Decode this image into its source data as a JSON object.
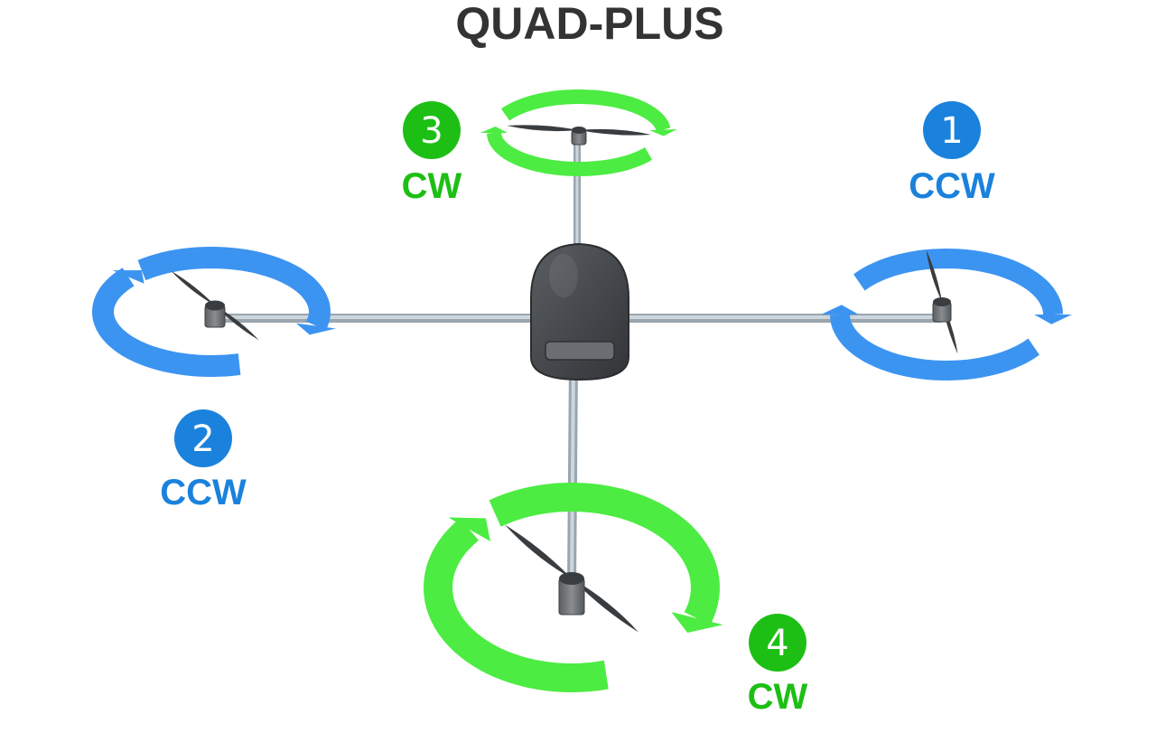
{
  "title": "QUAD-PLUS",
  "colors": {
    "cw": "#1dbf14",
    "ccw": "#1a82dc",
    "ring_cw": "#4cec42",
    "ring_ccw": "#3c94f1",
    "body": "#4a4d50",
    "arm": "#b5c0c9",
    "propeller": "#3a3d40"
  },
  "motors": [
    {
      "number": "1",
      "direction": "CCW",
      "position": "right"
    },
    {
      "number": "2",
      "direction": "CCW",
      "position": "left"
    },
    {
      "number": "3",
      "direction": "CW",
      "position": "front"
    },
    {
      "number": "4",
      "direction": "CW",
      "position": "rear"
    }
  ]
}
